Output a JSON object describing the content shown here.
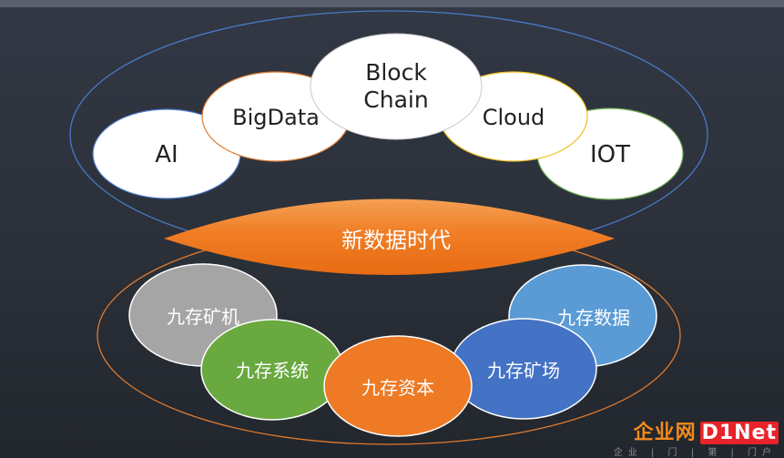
{
  "tech_nodes": [
    {
      "id": "ai",
      "label": "AI"
    },
    {
      "id": "bigdata",
      "label": "BigData"
    },
    {
      "id": "blockchain",
      "label_line1": "Block",
      "label_line2": "Chain"
    },
    {
      "id": "cloud",
      "label": "Cloud"
    },
    {
      "id": "iot",
      "label": "IOT"
    }
  ],
  "center_label": "新数据时代",
  "business_nodes": [
    {
      "id": "kuangji",
      "label": "九存矿机"
    },
    {
      "id": "xitong",
      "label": "九存系统"
    },
    {
      "id": "ziben",
      "label": "九存资本"
    },
    {
      "id": "kuangchang",
      "label": "九存矿场"
    },
    {
      "id": "shuju",
      "label": "九存数据"
    }
  ],
  "colors": {
    "outer_top_ring": "#4a78c8",
    "outer_bottom_ring": "#e07a2e",
    "center_orange": "#f07d24",
    "ai_border": "#4a78c8",
    "bigdata_border": "#e07a2e",
    "cloud_border": "#f0c020",
    "iot_border": "#6aa84f",
    "kuangji_fill": "#a5a5a5",
    "xitong_fill": "#6aa940",
    "ziben_fill": "#ee7a25",
    "kuangchang_fill": "#4472c4",
    "shuju_fill": "#5b9bd5"
  },
  "watermark": {
    "main": "企业网",
    "brand": "D1Net",
    "sub": "企业 | 门 | 第 | 门户"
  }
}
